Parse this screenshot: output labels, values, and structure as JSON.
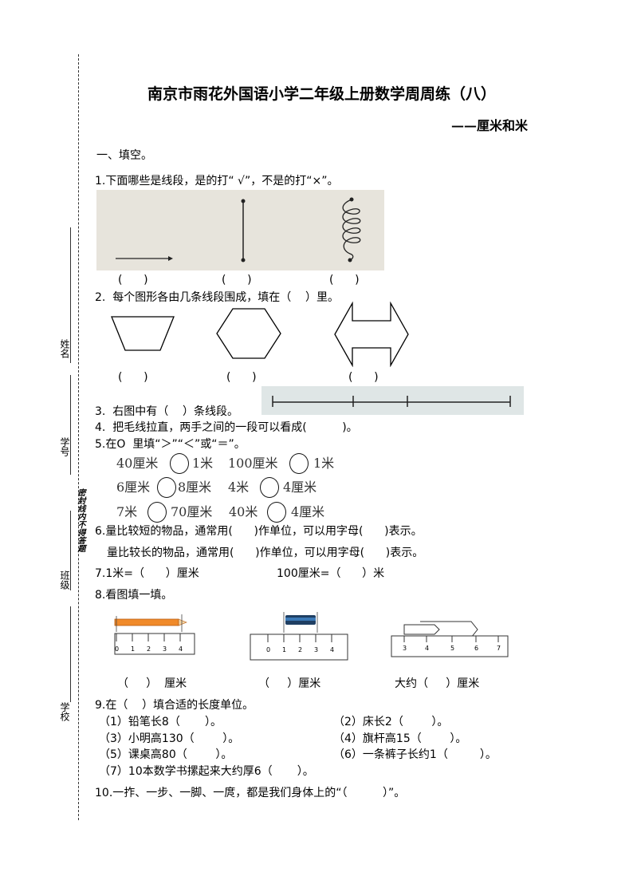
{
  "binding_margin": {
    "name_label": "姓名",
    "id_label": "学号",
    "class_label": "班级",
    "school_label": "学校",
    "warning": "密封线内不得答题"
  },
  "header": {
    "title": "南京市雨花外国语小学二年级上册数学周周练（八）",
    "subtitle": "——厘米和米"
  },
  "section1": {
    "heading": "一、填空。"
  },
  "q1": {
    "text": "1.下面哪些是线段，是的打“ √”，不是的打“×”。",
    "blanks": [
      "(      )",
      "(      )",
      "(      )"
    ]
  },
  "q2": {
    "text": "2.  每个图形各由几条线段围成，填在（    ）里。",
    "blanks": [
      "(      )",
      "(      )",
      "(      )"
    ]
  },
  "q3": {
    "text": "3.  右图中有（    ）条线段。"
  },
  "q4": {
    "text": "4.  把毛线拉直，两手之间的一段可以看成(          )。"
  },
  "q5": {
    "text": "5.在O  里填“＞”“＜”或“＝”。",
    "rows": [
      [
        "40厘米",
        "1米",
        "100厘米",
        "1米"
      ],
      [
        "6厘米",
        "8厘米",
        "4米",
        "4厘米"
      ],
      [
        "7米",
        "70厘米",
        "40米",
        "4厘米"
      ]
    ]
  },
  "q6": {
    "line1": "6.量比较短的物品，通常用(      )作单位，可以用字母(      )表示。",
    "line2": "量比较长的物品，通常用(      )作单位，可以用字母(      )表示。"
  },
  "q7": {
    "left": "7.1米=（      ）厘米",
    "right": "100厘米=（      ）米"
  },
  "q8": {
    "text": "8.看图填一填。",
    "answers": [
      "（     ）  厘米",
      "（     ）厘米",
      "大约（     ）厘米"
    ],
    "ruler1_ticks": [
      "0",
      "1",
      "2",
      "3",
      "4"
    ],
    "ruler2_ticks": [
      "0",
      "1",
      "2",
      "3",
      "4"
    ],
    "ruler3_ticks": [
      "3",
      "4",
      "5",
      "6",
      "7"
    ]
  },
  "q9": {
    "text": "9.在（    ）填合适的长度单位。",
    "items": [
      [
        "（1）铅笔长8（       ）。",
        "（2）床长2（        ）。"
      ],
      [
        "（3）小明高130（        ）。",
        "（4）旗杆高15（        ）。"
      ],
      [
        "（5）课桌高80（        ）。",
        "（6）一条裤子长约1（         ）。"
      ],
      [
        "（7）10本数学书摞起来大约厚6（       ）。",
        ""
      ]
    ]
  },
  "q10": {
    "text": "10.一拃、一步、一脚、一庹，都是我们身体上的“（          ）”。"
  }
}
